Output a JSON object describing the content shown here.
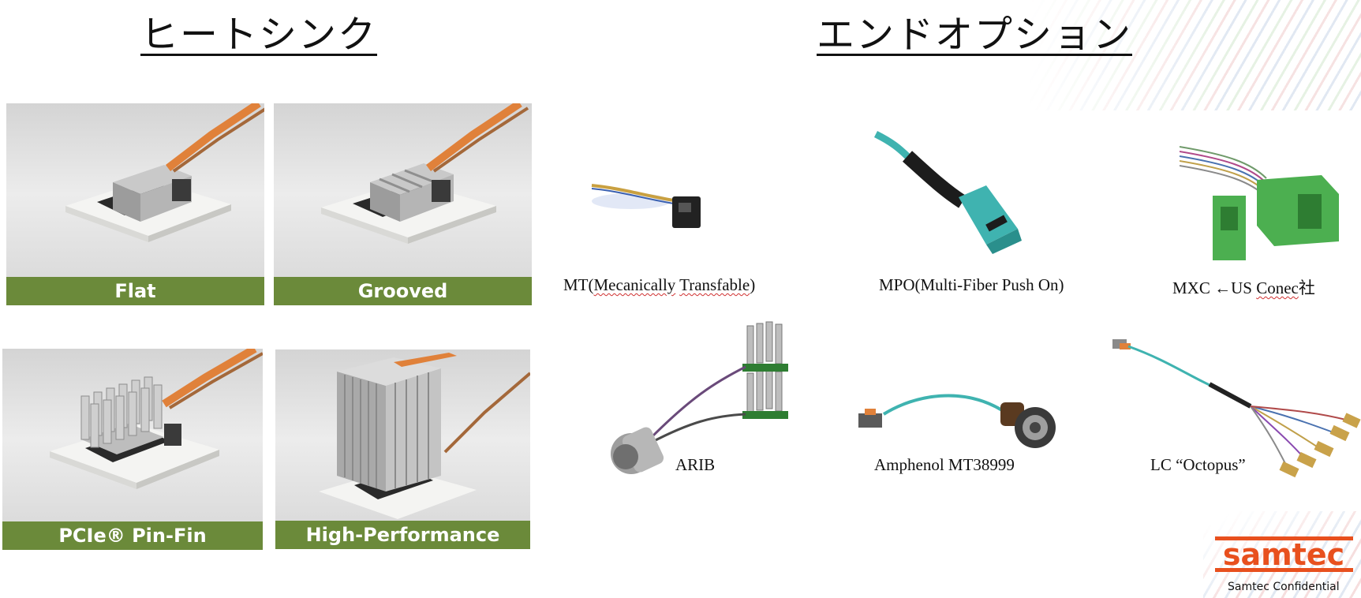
{
  "headings": {
    "heat_sink": "ヒートシンク",
    "end_options": "エンドオプション"
  },
  "heat_sinks": [
    {
      "label": "Flat"
    },
    {
      "label": "Grooved"
    },
    {
      "label": "PCIe® Pin-Fin"
    },
    {
      "label": "High-Performance"
    }
  ],
  "end_options": [
    {
      "label": "MT(Mecanically Transfable)"
    },
    {
      "label": "MPO(Multi-Fiber Push On)"
    },
    {
      "label": "MXC ←US Conec社"
    },
    {
      "label": "ARIB"
    },
    {
      "label": "Amphenol MT38999"
    },
    {
      "label": "LC “Octopus”"
    }
  ],
  "mt_parts": {
    "a": "MT(",
    "b": "Mecanically",
    "c": " ",
    "d": "Transfable",
    "e": ")"
  },
  "mxc_parts": {
    "a": "MXC ←US ",
    "b": "Conec",
    "c": "社"
  },
  "brand": {
    "logo_text": "samtec",
    "confidential": "Samtec Confidential",
    "logo_color": "#e8501e"
  },
  "colors": {
    "band_green": "#6b8a3a",
    "fiber_orange": "#e0813a",
    "aqua": "#3fb3b0",
    "mxc_green": "#4caf50"
  }
}
